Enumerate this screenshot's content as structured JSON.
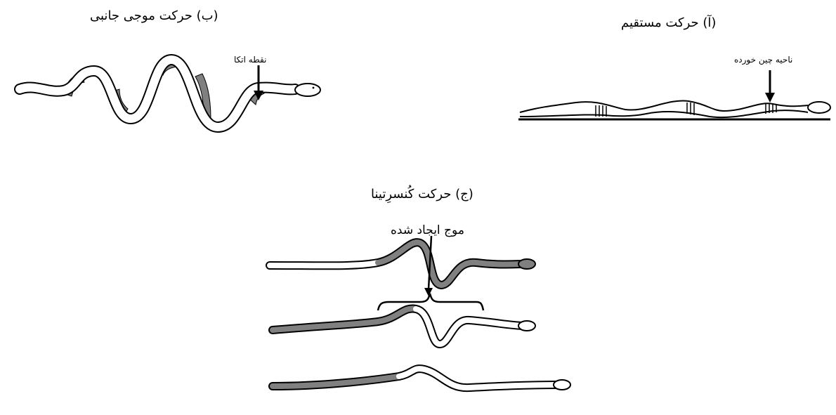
{
  "panels": {
    "straight": {
      "title": "(آ) حرکت مستقیم",
      "label": "ناحیه چین خورده"
    },
    "lateral": {
      "title": "(ب) حرکت موجی جانبی",
      "label": "نقطه اتکا"
    },
    "concertina": {
      "title": "(ج) حرکت کُنسرِتینا",
      "label": "موج ایجاد شده"
    }
  },
  "colors": {
    "outline": "#000000",
    "shade": "#808080",
    "body": "#ffffff"
  }
}
